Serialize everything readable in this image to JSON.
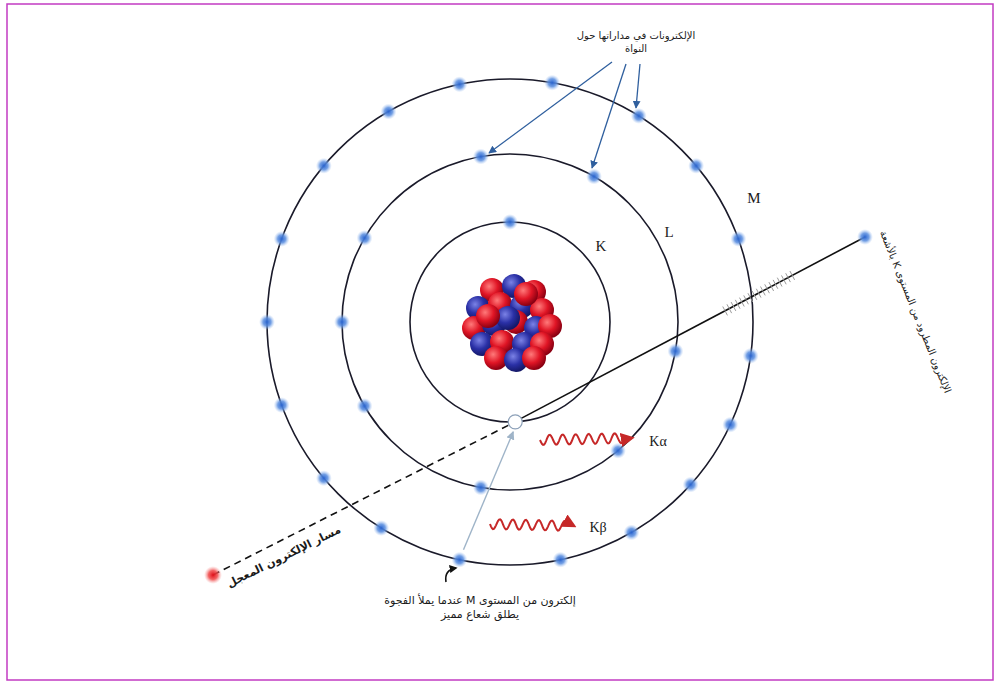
{
  "diagram": {
    "labels": [
      "الإلكترونات في مداراتها حول النواة",
      "K",
      "L",
      "M",
      "الإلكترون المطرود من المستوى K بالأشعة",
      "Kα",
      "Kβ",
      "مسار الإلكترون المعجل",
      "إلكترون من المستوى M عندما يملأ الفجوة يطلق شعاع مميز"
    ]
  }
}
